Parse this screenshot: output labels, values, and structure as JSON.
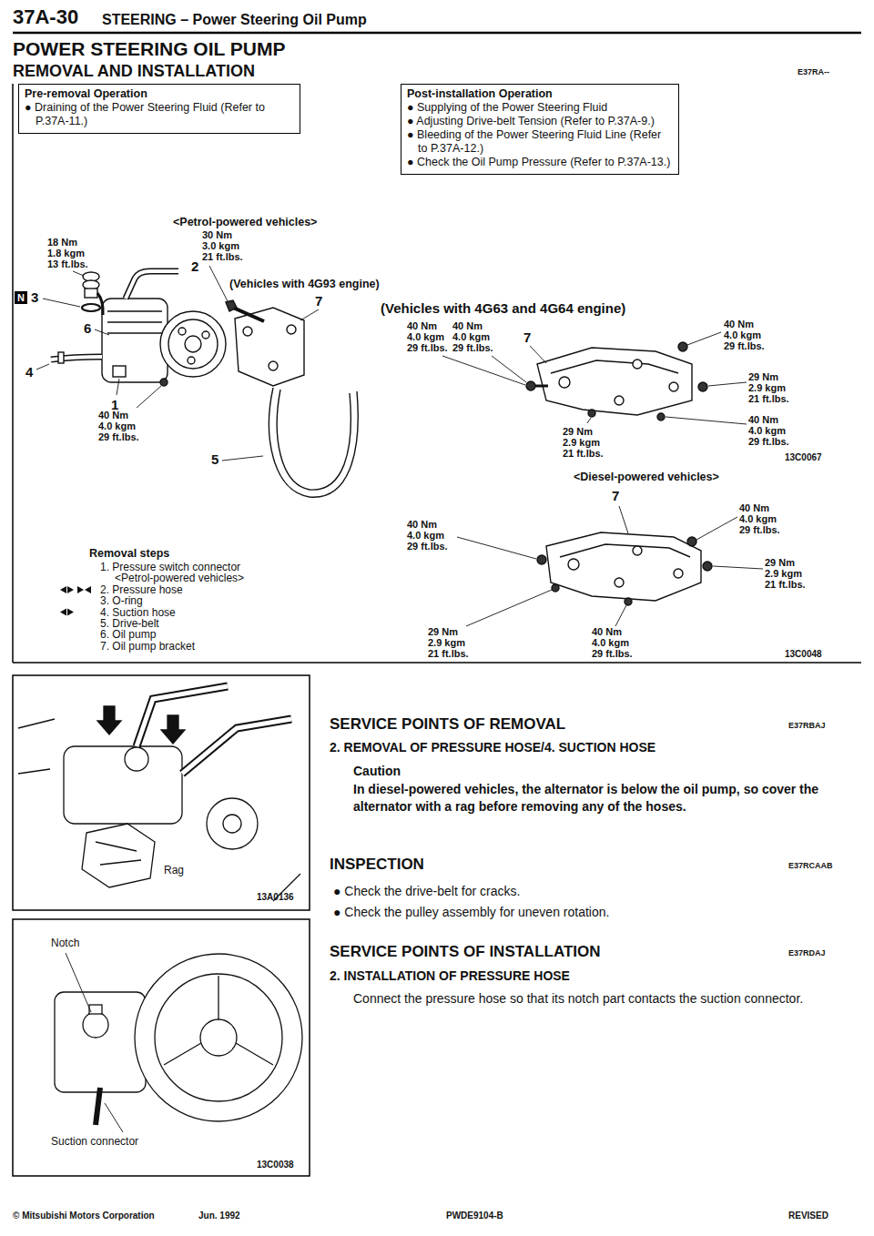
{
  "diagram": {
    "title": "POWER STEERING OIL PUMP",
    "nodes": [
      {
        "text": [
          "Pre-removal Operation",
          "● Draining of the Power Steering Fluid (Refer to P.37A-11.)"
        ]
      },
      {
        "text": [
          "Post-installation Operation",
          "● Supplying of the Power Steering Fluid",
          "● Adjusting Drive-belt Tension (Refer to P.37A-9.)",
          "● Bleeding of the Power Steering Fluid Line (Refer to P.37A-12.)",
          "● Check the Oil Pump Pressure (Refer to P.37A-13.)"
        ]
      }
    ],
    "labels": [
      "37A-30",
      "STEERING – Power Steering Oil Pump",
      "REMOVAL AND INSTALLATION",
      "E37RA--",
      "<Petrol-powered vehicles>",
      "18 Nm",
      "1.8 kgm",
      "13 ft.lbs.",
      "30 Nm",
      "3.0 kgm",
      "21 ft.lbs.",
      "2",
      "(Vehicles with 4G93 engine)",
      "7",
      "N",
      "3",
      "6",
      "4",
      "1",
      "40 Nm",
      "4.0 kgm",
      "29 ft.lbs.",
      "5",
      "Removal steps",
      "1. Pressure switch connector",
      "<Petrol-powered vehicles>",
      "2. Pressure hose",
      "3. O-ring",
      "4. Suction hose",
      "5. Drive-belt",
      "6. Oil pump",
      "7. Oil pump bracket",
      "(Vehicles with 4G63 and 4G64 engine)",
      "40 Nm",
      "4.0 kgm",
      "29 ft.lbs.",
      "40 Nm",
      "4.0 kgm",
      "29 ft.lbs.",
      "7",
      "40 Nm",
      "4.0 kgm",
      "29 ft.lbs.",
      "29 Nm",
      "2.9 kgm",
      "21 ft.lbs.",
      "40 Nm",
      "4.0 kgm",
      "29 ft.lbs.",
      "29 Nm",
      "2.9 kgm",
      "21 ft.lbs.",
      "13C0067",
      "<Diesel-powered vehicles>",
      "7",
      "40 Nm",
      "4.0 kgm",
      "29 ft.lbs.",
      "40 Nm",
      "4.0 kgm",
      "29 ft.lbs.",
      "29 Nm",
      "2.9 kgm",
      "21 ft.lbs.",
      "29 Nm",
      "2.9 kgm",
      "21 ft.lbs.",
      "40 Nm",
      "4.0 kgm",
      "29 ft.lbs.",
      "13C0048",
      "Rag",
      "13A0136",
      "Notch",
      "Suction connector",
      "13C0038",
      "SERVICE POINTS OF REMOVAL",
      "E37RBAJ",
      "2. REMOVAL OF PRESSURE HOSE/4. SUCTION HOSE",
      "Caution",
      "In diesel-powered vehicles, the alternator is below the oil pump, so cover the alternator with a rag before removing any of the hoses.",
      "INSPECTION",
      "E37RCAAB",
      "● Check the drive-belt for cracks.",
      "● Check the pulley assembly for uneven rotation.",
      "SERVICE POINTS OF INSTALLATION",
      "E37RDAJ",
      "2. INSTALLATION OF PRESSURE HOSE",
      "Connect the pressure hose so that its notch part contacts the suction connector.",
      "© Mitsubishi Motors Corporation",
      "Jun. 1992",
      "PWDE9104-B",
      "REVISED"
    ]
  }
}
